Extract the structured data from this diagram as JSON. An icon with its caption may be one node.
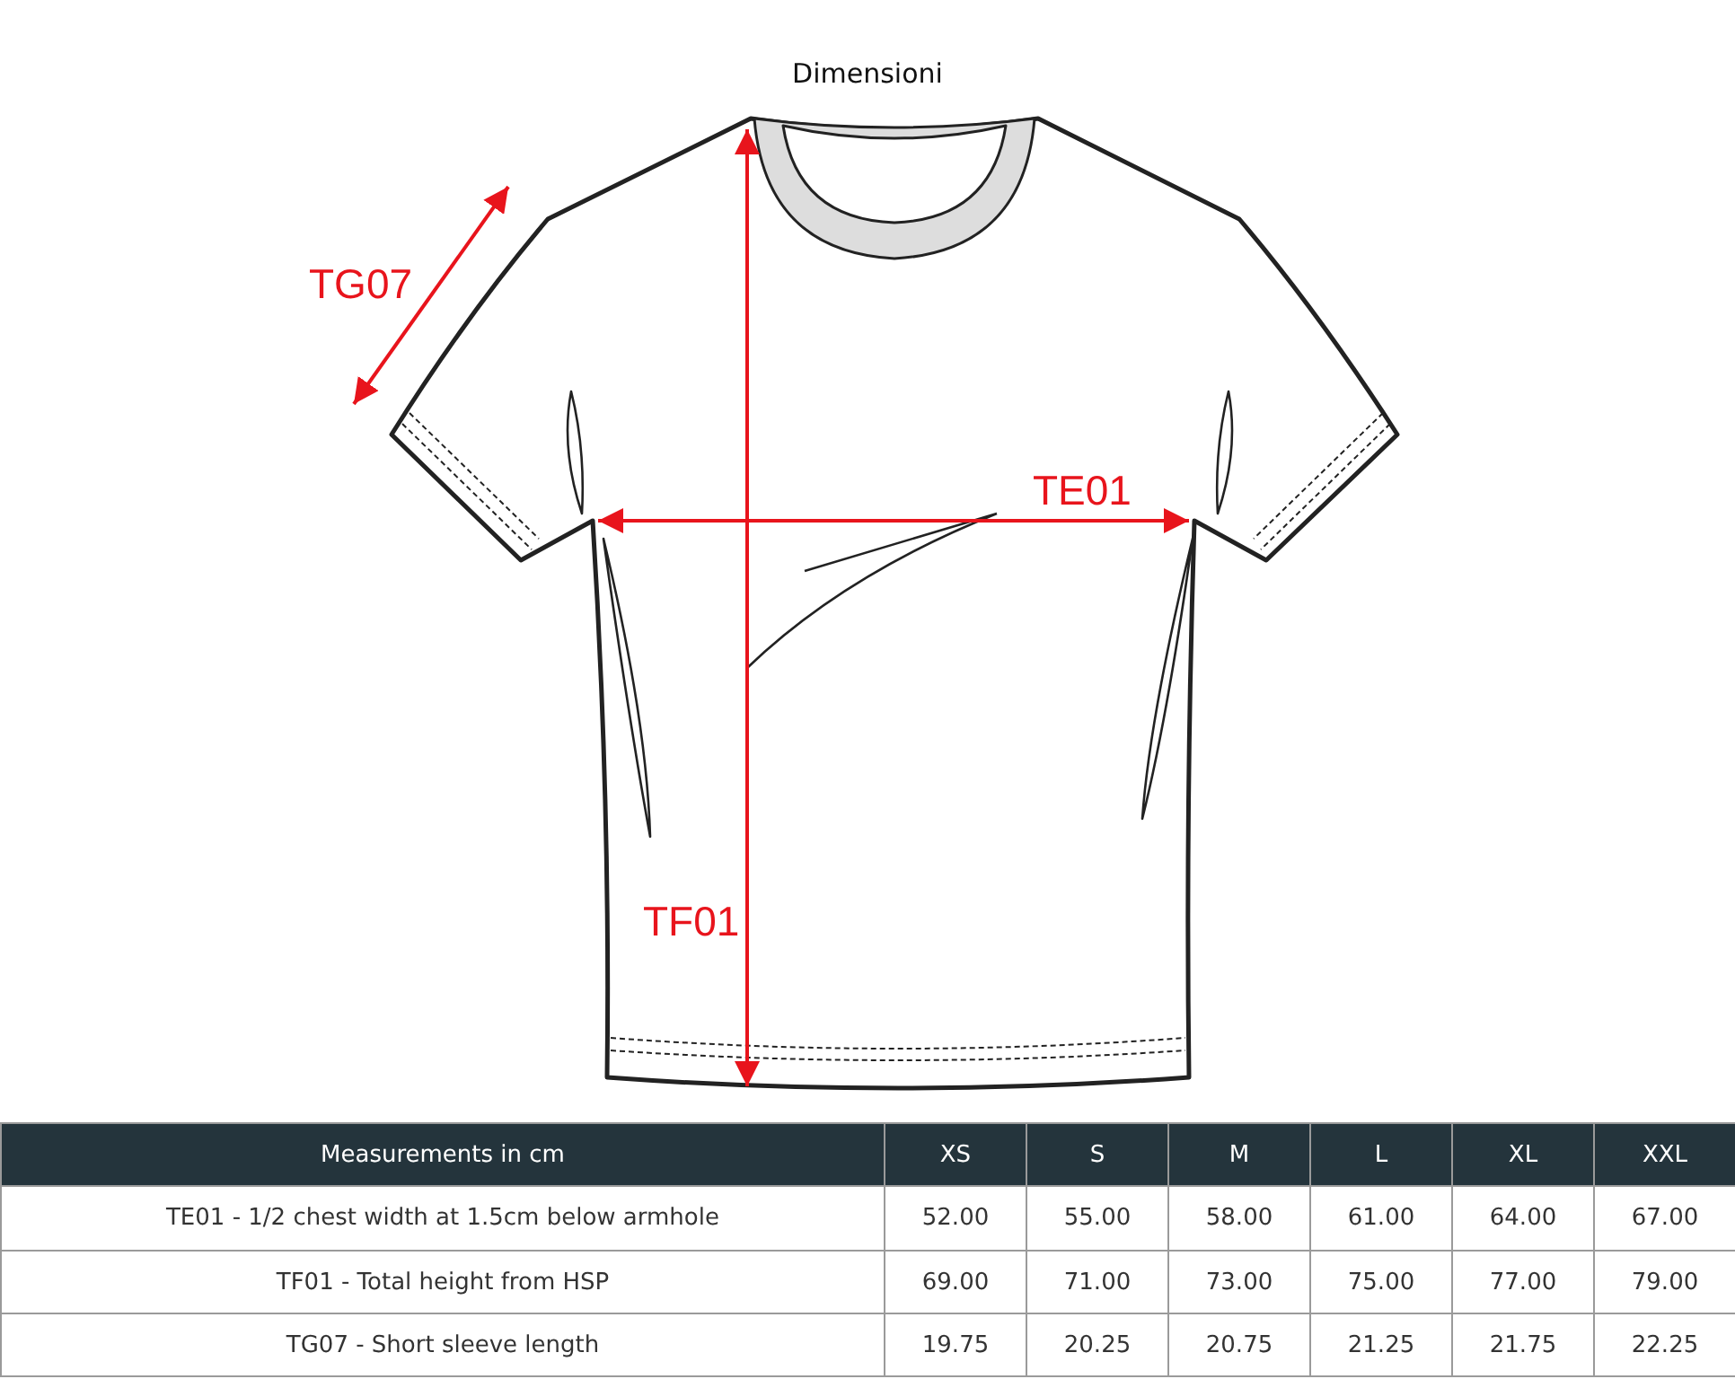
{
  "diagram": {
    "title": "Dimensioni",
    "labels": [
      "TG07",
      "TE01",
      "TF01",
      "Measurements in cm",
      "XS",
      "S",
      "M",
      "L",
      "XL",
      "XXL",
      "TE01 - 1/2 chest width at 1.5cm below armhole",
      "52.00",
      "55.00",
      "58.00",
      "61.00",
      "64.00",
      "67.00",
      "TF01 - Total height from HSP",
      "69.00",
      "71.00",
      "73.00",
      "75.00",
      "77.00",
      "79.00",
      "TG07 - Short sleeve length",
      "19.75",
      "20.25",
      "20.75",
      "21.25",
      "21.75",
      "22.25"
    ]
  }
}
